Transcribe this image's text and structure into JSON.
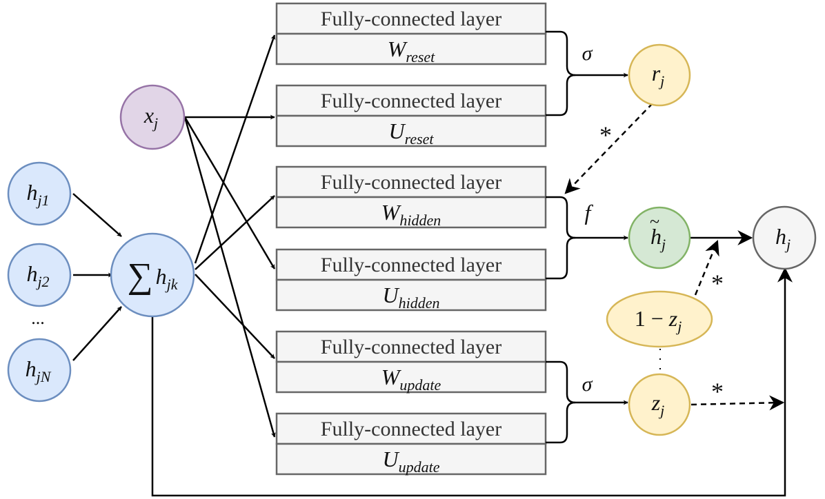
{
  "fc_title": "Fully-connected layer",
  "layers": {
    "w_reset": {
      "var": "W",
      "sub": "reset"
    },
    "u_reset": {
      "var": "U",
      "sub": "reset"
    },
    "w_hidden": {
      "var": "W",
      "sub": "hidden"
    },
    "u_hidden": {
      "var": "U",
      "sub": "hidden"
    },
    "w_update": {
      "var": "W",
      "sub": "update"
    },
    "u_update": {
      "var": "U",
      "sub": "update"
    }
  },
  "nodes": {
    "h_j1": {
      "var": "h",
      "sub": "j1"
    },
    "h_j2": {
      "var": "h",
      "sub": "j2"
    },
    "ellipsis": "...",
    "h_jN": {
      "var": "h",
      "sub": "jN"
    },
    "sum": {
      "symbol": "∑",
      "var": "h",
      "sub": "jk"
    },
    "x_j": {
      "var": "x",
      "sub": "j"
    },
    "r_j": {
      "var": "r",
      "sub": "j"
    },
    "h_tilde_j": {
      "var": "h",
      "accent": "~",
      "sub": "j"
    },
    "h_j": {
      "var": "h",
      "sub": "j"
    },
    "one_minus_z": {
      "prefix": "1 − ",
      "var": "z",
      "sub": "j"
    },
    "z_j": {
      "var": "z",
      "sub": "j"
    }
  },
  "labels": {
    "sigma_reset": "σ",
    "f_hidden": "f",
    "sigma_update": "σ",
    "mult_reset": "*",
    "mult_one_minus_z": "*",
    "mult_z": "*"
  },
  "colors": {
    "blue_fill": "#dae8fc",
    "blue_stroke": "#6c8ebf",
    "purple_fill": "#e1d5e7",
    "purple_stroke": "#9673a6",
    "yellow_fill": "#fff2cc",
    "yellow_stroke": "#d6b656",
    "green_fill": "#d5e8d4",
    "green_stroke": "#82b366",
    "gray_fill": "#f5f5f5",
    "gray_stroke": "#666666",
    "box_fill": "#f5f5f5",
    "box_stroke": "#666666"
  }
}
